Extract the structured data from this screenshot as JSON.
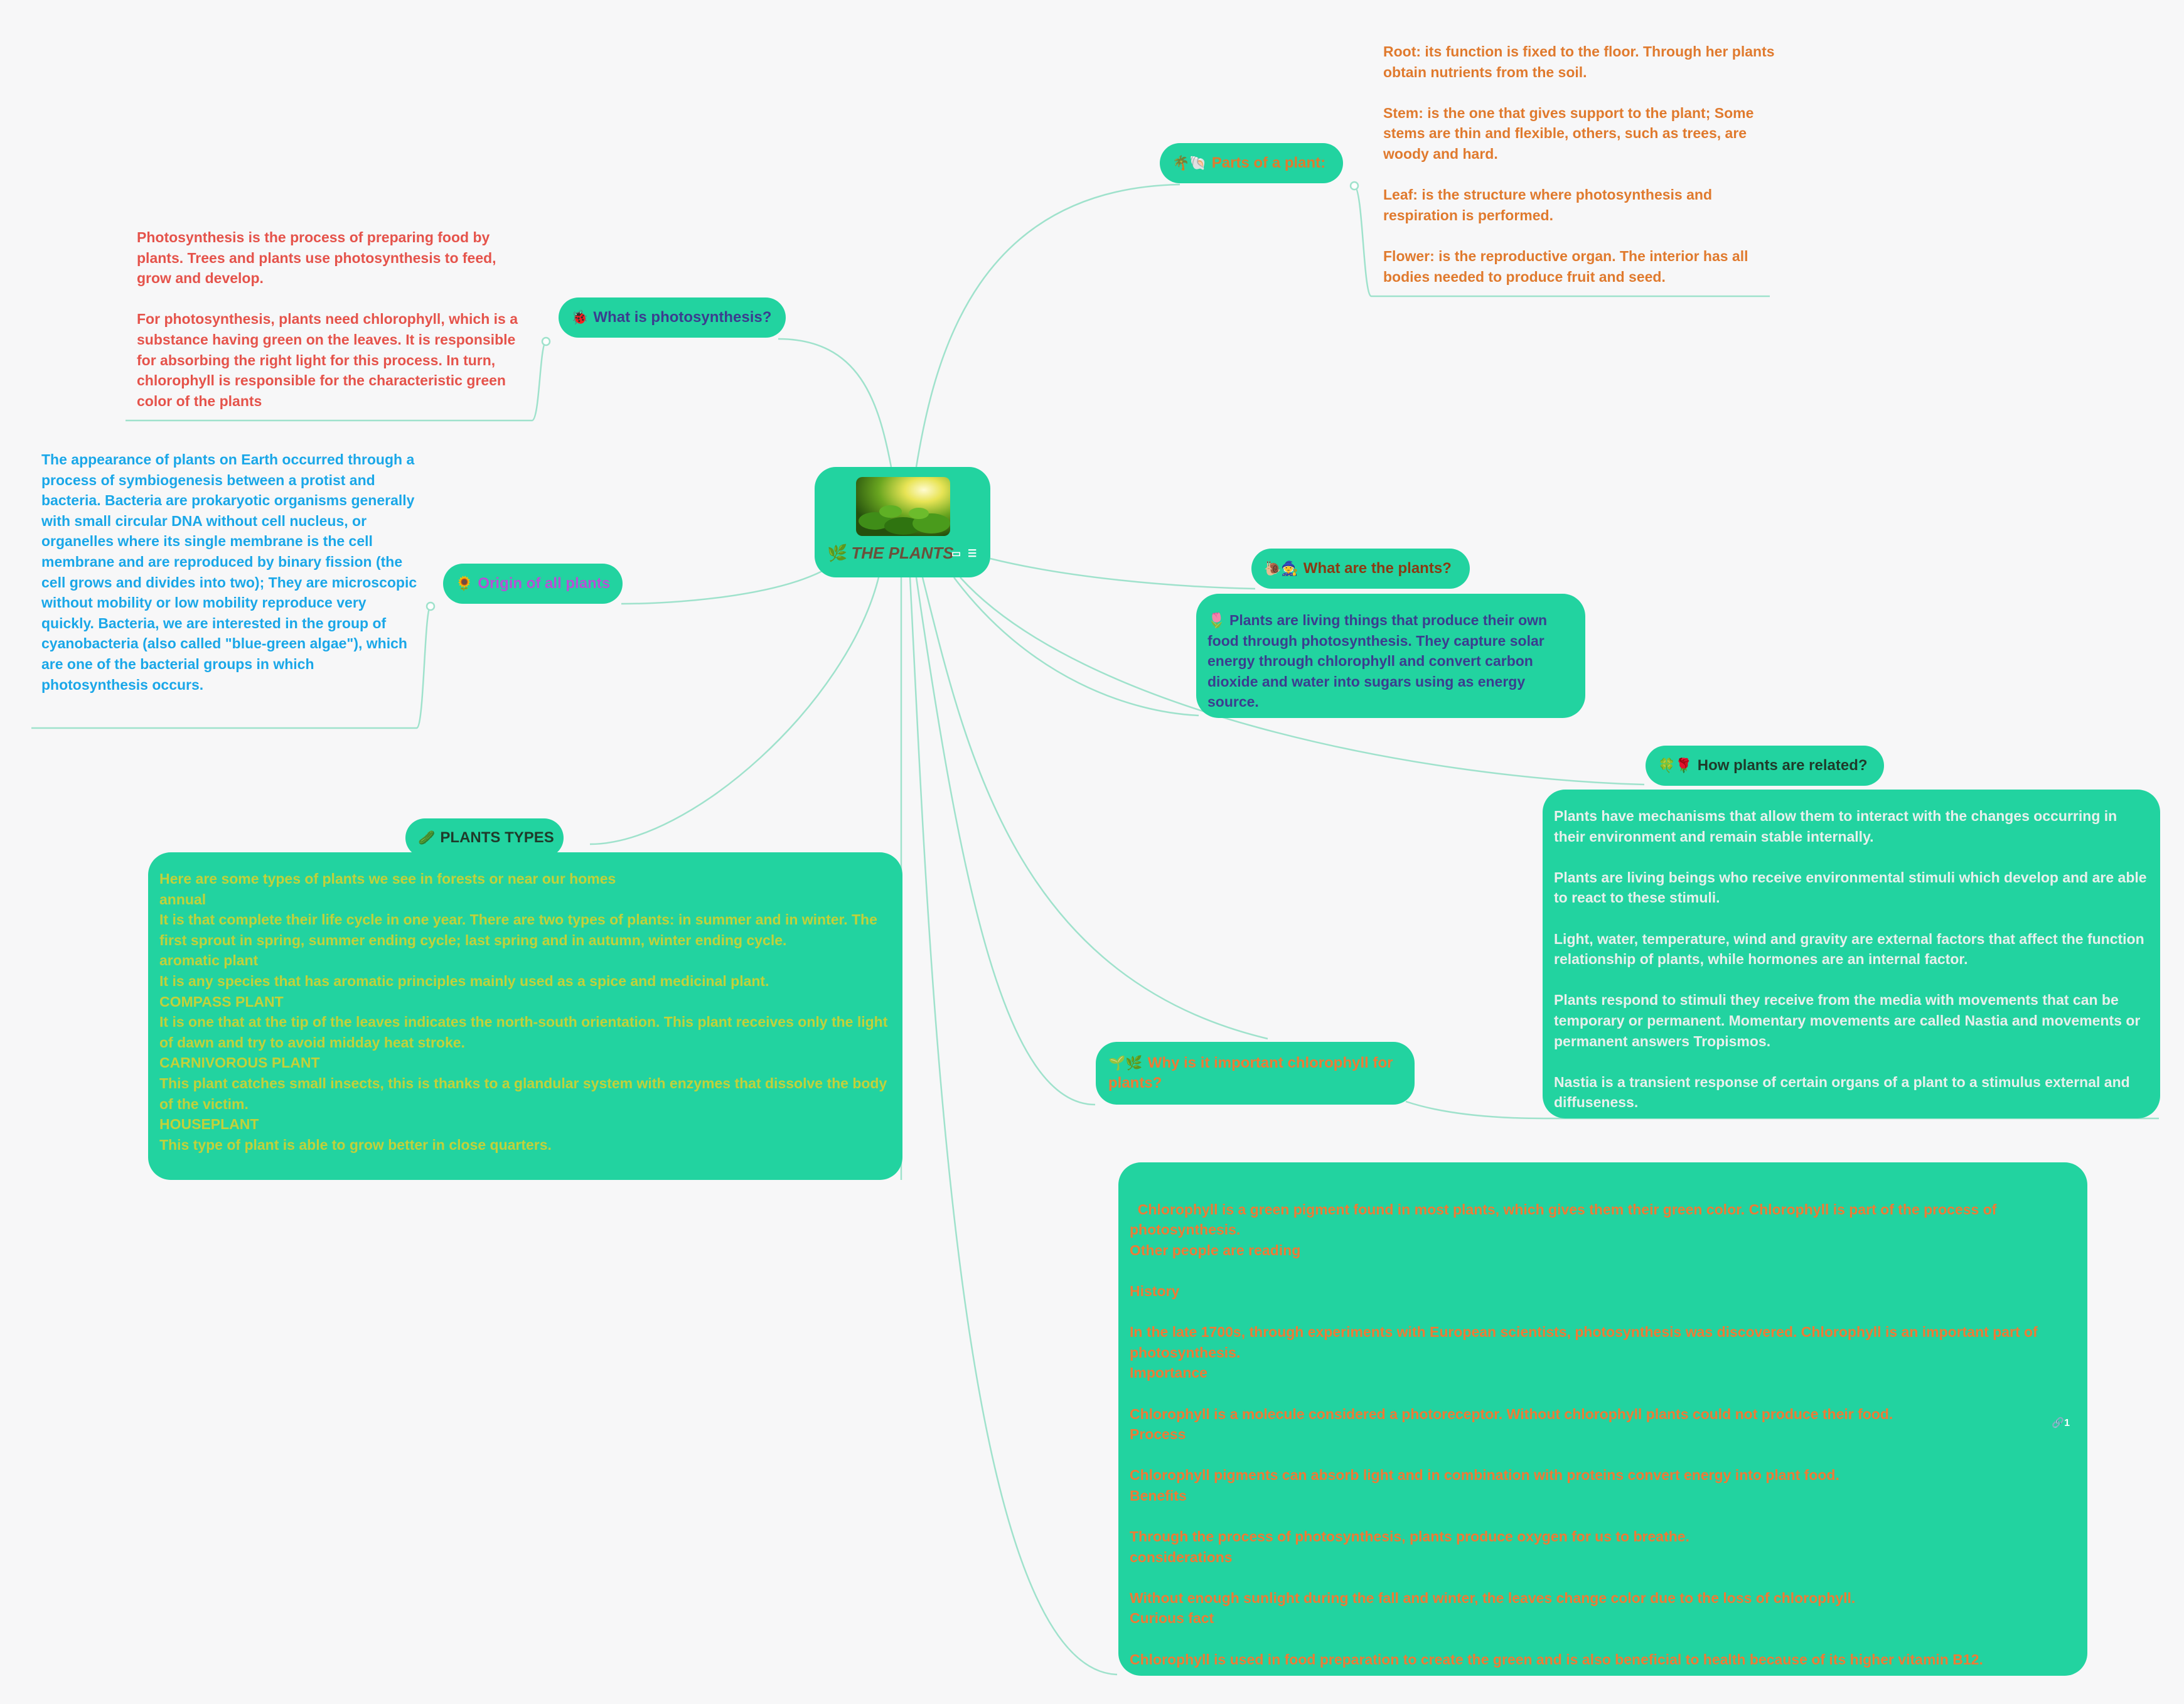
{
  "root": {
    "title": "THE PLANTS",
    "emoji": "🌿",
    "image_icon": "plant-photo",
    "side_icons": [
      "image-icon",
      "notes-icon"
    ]
  },
  "topics": {
    "parts": {
      "label": "Parts of a plant:",
      "emoji": "🌴🐚",
      "text": "Root: its function is fixed to the floor. Through her plants obtain nutrients from the soil.\n\nStem: is the one that gives support to the plant; Some stems are thin and flexible, others, such as trees, are woody and hard.\n\nLeaf: is the structure where photosynthesis and respiration is performed.\n\nFlower: is the reproductive organ. The interior has all bodies needed to produce fruit and seed."
    },
    "photosynthesis": {
      "label": "What is photosynthesis?",
      "emoji": "🐞",
      "text": "Photosynthesis is the process of preparing food by plants. Trees and plants use photosynthesis to feed, grow and develop.\n\nFor photosynthesis, plants need chlorophyll, which is a substance having green on the leaves. It is responsible for absorbing the right light for this process. In turn, chlorophyll is responsible for the characteristic green color of the plants"
    },
    "origin": {
      "label": "Origin of all plants",
      "emoji": "🌻",
      "text": "The appearance of plants on Earth occurred through a process of symbiogenesis between a protist and bacteria. Bacteria are prokaryotic organisms generally with small circular DNA without cell nucleus, or organelles where its single membrane is the cell membrane and are reproduced by binary fission (the cell grows and divides into two); They are microscopic without mobility or low mobility reproduce very quickly. Bacteria, we are interested in the group of cyanobacteria (also called \"blue-green algae\"), which are one of the bacterial groups in which photosynthesis occurs."
    },
    "what": {
      "label": "What are the plants?",
      "emoji": "🐌🧙",
      "text": "🌷 Plants are living things that produce their own food through photosynthesis. They capture solar energy through chlorophyll and convert carbon dioxide and water into sugars using as energy source."
    },
    "related": {
      "label": "How plants are related?",
      "emoji": "🍀🌹",
      "text": "Plants have mechanisms that allow them to interact with the changes occurring in their environment and remain stable internally.\n\nPlants are living beings who receive environmental stimuli which develop and are able to react to these stimuli.\n\nLight, water, temperature, wind and gravity are external factors that affect the function relationship of plants, while hormones are an internal factor.\n\nPlants respond to stimuli they receive from the media with movements that can be temporary or permanent. Momentary movements are called Nastia and movements or permanent answers Tropismos.\n\nNastia is a transient response of certain organs of a plant to a stimulus external and diffuseness."
    },
    "types": {
      "label": "PLANTS TYPES",
      "emoji": "🥒",
      "text": "Here are some types of plants we see in forests or near our homes\nannual\nIt is that complete their life cycle in one year. There are two types of plants: in summer and in winter. The first sprout in spring, summer ending cycle; last spring and in autumn, winter ending cycle.\naromatic plant\nIt is any species that has aromatic principles mainly used as a spice and medicinal plant.\nCOMPASS PLANT\nIt is one that at the tip of the leaves indicates the north-south orientation. This plant receives only the light of dawn and try to avoid midday heat stroke.\nCARNIVOROUS PLANT\nThis plant catches small insects, this is thanks to a glandular system with enzymes that dissolve the body of the victim.\nHOUSEPLANT\nThis type of plant is able to grow better in close quarters."
    },
    "chlorophyll": {
      "label": "Why is it important chlorophyll for plants?",
      "emoji": "🌱🌿",
      "text": "Chlorophyll is a green pigment found in most plants, which gives them their green color. Chlorophyll is part of the process of photosynthesis.\nOther people are reading\n\nHistory\n\nIn the late 1700s, through experiments with European scientists, photosynthesis was discovered. Chlorophyll is an important part of photosynthesis.\nImportance\n\nChlorophyll is a molecule considered a photoreceptor. Without chlorophyll plants could not produce their food.\nProcess\n\nChlorophyll pigments can absorb light and in combination with proteins convert energy into plant food.\nBenefits\n\nThrough the process of photosynthesis, plants produce oxygen for us to breathe.\nconsiderations\n\nWithout enough sunlight during the fall and winter, the leaves change color due to the loss of chlorophyll.\nCurious fact\n\nChlorophyll is used in food preparation to create the green and is also beneficial to health because of its higher vitamin B12.",
      "link_icon": "link-icon",
      "link_count": "1"
    }
  },
  "colors": {
    "node_fill": "#22d3a0",
    "connector": "#9fe2cc",
    "parts_text": "#e07a2e",
    "photosynthesis_text": "#e5534b",
    "origin_text": "#1aa7e8",
    "types_text": "#c2d13a",
    "related_text": "#e8f0ec",
    "chlorophyll_text": "#ef7a35"
  }
}
